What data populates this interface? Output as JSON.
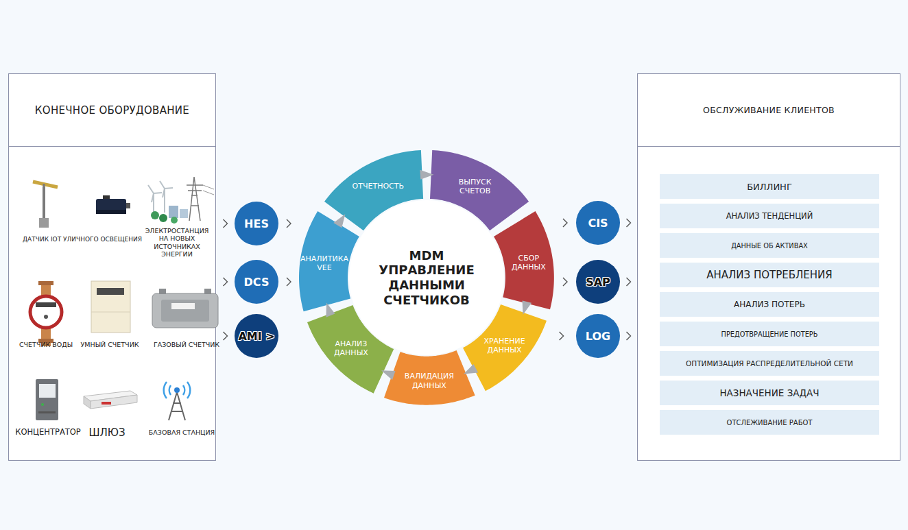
{
  "diagram": {
    "nodes": [
      {
        "text": [
          "КОНЕЧНОЕ ОБОРУДОВАНИЕ"
        ]
      },
      {
        "text": [
          "HES"
        ]
      },
      {
        "text": [
          "DCS"
        ]
      },
      {
        "text": [
          "AMI >"
        ]
      },
      {
        "text": [
          "ОТЧЕТНОСТЬ"
        ]
      },
      {
        "text": [
          "ВЫПУСК СЧЕТОВ"
        ]
      },
      {
        "text": [
          "СБОР ДАННЫХ"
        ]
      },
      {
        "text": [
          "ХРАНЕНИЕ ДАННЫХ"
        ]
      },
      {
        "text": [
          "ВАЛИДАЦИЯ ДАННЫХ"
        ]
      },
      {
        "text": [
          "АНАЛИЗ ДАННЫХ"
        ]
      },
      {
        "text": [
          "АНАЛИТИКА VEE"
        ]
      },
      {
        "text": [
          "MDM УПРАВЛЕНИЕ ДАННЫМИ СЧЕТЧИКОВ"
        ]
      },
      {
        "text": [
          "CIS"
        ]
      },
      {
        "text": [
          "SAP"
        ]
      },
      {
        "text": [
          "LOG"
        ]
      },
      {
        "text": [
          "ОБСЛУЖИВАНИЕ КЛИЕНТОВ"
        ]
      },
      {
        "text": [
          "БИЛЛИНГ"
        ],
        "in": 15
      },
      {
        "text": [
          "АНАЛИЗ ТЕНДЕНЦИЙ"
        ],
        "in": 15
      },
      {
        "text": [
          "ДАННЫЕ ОБ АКТИВАХ"
        ],
        "in": 15
      },
      {
        "text": [
          "АНАЛИЗ ПОТРЕБЛЕНИЯ"
        ],
        "in": 15
      },
      {
        "text": [
          "АНАЛИЗ ПОТЕРЬ"
        ],
        "in": 15
      },
      {
        "text": [
          "ПРЕДОТВРАЩЕНИЕ ПОТЕРЬ"
        ],
        "in": 15
      },
      {
        "text": [
          "ОПТИМИЗАЦИЯ РАСПРЕДЕЛИТЕЛЬНОЙ СЕТИ"
        ],
        "in": 15
      },
      {
        "text": [
          "НАЗНАЧЕНИЕ ЗАДАЧ"
        ],
        "in": 15
      },
      {
        "text": [
          "ОТСЛЕЖИВАНИЕ РАБОТ"
        ],
        "in": 15
      }
    ],
    "edges": [
      {
        "from": 4,
        "to": 5,
        "arrow": "to"
      },
      {
        "from": 6,
        "to": 7,
        "arrow": "to"
      },
      {
        "from": 7,
        "to": 8,
        "arrow": "to"
      },
      {
        "from": 8,
        "to": 9,
        "arrow": "to"
      },
      {
        "from": 9,
        "to": 10,
        "arrow": "to"
      },
      {
        "from": 10,
        "to": 4,
        "arrow": "to"
      },
      {
        "from": 0,
        "to": 1,
        "arrow": "to"
      },
      {
        "from": 1,
        "to": 10,
        "arrow": "to"
      },
      {
        "from": 0,
        "to": 2,
        "arrow": "to"
      },
      {
        "from": 2,
        "to": 10,
        "arrow": "to"
      },
      {
        "from": 0,
        "to": 3,
        "arrow": "to"
      },
      {
        "from": 6,
        "to": 12,
        "arrow": "to"
      },
      {
        "from": 12,
        "to": 15,
        "arrow": "to"
      },
      {
        "from": 6,
        "to": 13,
        "arrow": "to"
      },
      {
        "from": 13,
        "to": 15,
        "arrow": "to"
      },
      {
        "from": 7,
        "to": 14,
        "arrow": "to"
      },
      {
        "from": 14,
        "to": 15,
        "arrow": "to"
      }
    ],
    "labels": [
      "ДАТЧИК IOT УЛИЧНОГО ОСВЕЩЕНИЯ",
      "ЭЛЕКТРОСТАНЦИЯ НА НОВЫХ ИСТОЧНИКАХ ЭНЕРГИИ",
      "СЧЕТЧИК ВОДЫ",
      "УМНЫЙ СЧЕТЧИК",
      "ГАЗОВЫЙ СЧЕТЧИК",
      "КОНЦЕНТРАТОР",
      "ШЛЮЗ",
      "БАЗОВАЯ СТАНЦИЯ"
    ]
  }
}
